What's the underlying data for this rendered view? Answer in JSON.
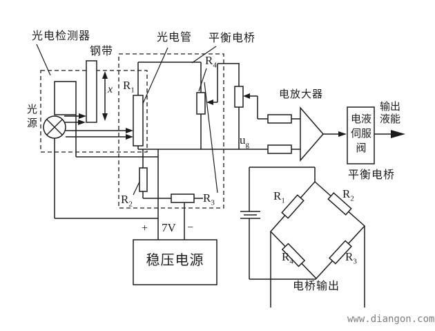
{
  "colors": {
    "line": "#1c1c1c",
    "background": "#ffffff",
    "watermark": "#7d7d7d"
  },
  "detector": {
    "title": "光电检测器",
    "steel_strip": "钢带",
    "light_source": "光源",
    "displacement": "x"
  },
  "phototube_bridge": {
    "phototube": "光电管",
    "title": "平衡电桥",
    "r1": {
      "base": "R",
      "sub": "1"
    },
    "r2": {
      "base": "R",
      "sub": "2"
    },
    "r3": {
      "base": "R",
      "sub": "3"
    },
    "r4": {
      "base": "R",
      "sub": "4"
    },
    "ug": {
      "base": "u",
      "sub": "g"
    }
  },
  "amplifier": {
    "label": "电放大器"
  },
  "servo_valve": {
    "label": "电液伺服阀"
  },
  "output": {
    "label": "输出液能"
  },
  "power_supply": {
    "plus": "+",
    "voltage": "7V",
    "minus": "−",
    "label": "稳压电源"
  },
  "wheatstone": {
    "title": "平衡电桥",
    "r1": {
      "base": "R",
      "sub": "1"
    },
    "r2": {
      "base": "R",
      "sub": "2"
    },
    "r3": {
      "base": "R",
      "sub": "3"
    },
    "r4": {
      "base": "R",
      "sub": "4"
    },
    "output_label": "电桥输出"
  },
  "watermark": {
    "text": "www.diangon.com"
  }
}
